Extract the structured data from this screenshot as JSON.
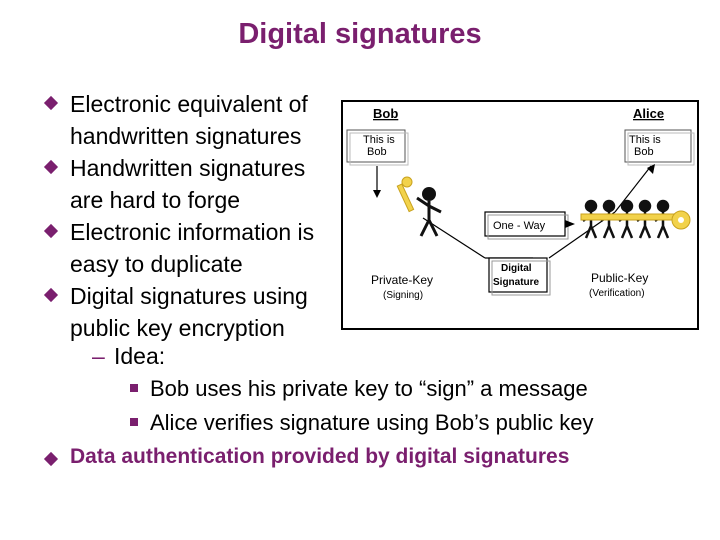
{
  "title": "Digital signatures",
  "bullets": [
    {
      "lines": [
        "Electronic equivalent of",
        "handwritten signatures"
      ]
    },
    {
      "lines": [
        "Handwritten signatures",
        "are hard to forge"
      ]
    },
    {
      "lines": [
        "Electronic information is",
        "easy to duplicate"
      ]
    },
    {
      "lines": [
        "Digital signatures using",
        "public key encryption"
      ]
    }
  ],
  "sub_bullet": "Idea:",
  "sub_sub_bullets": [
    "Bob uses his private key to “sign” a message",
    "Alice verifies signature using Bob’s public key"
  ],
  "last_bullet": "Data authentication provided by digital signatures",
  "figure": {
    "bob_label": "Bob",
    "alice_label": "Alice",
    "bob_doc": [
      "This is",
      "Bob"
    ],
    "alice_doc": [
      "This is",
      "Bob"
    ],
    "oneway": "One - Way",
    "digital_signature": [
      "Digital",
      "Signature"
    ],
    "private_key": [
      "Private-Key",
      "(Signing)"
    ],
    "public_key": [
      "Public-Key",
      "(Verification)"
    ]
  },
  "colors": {
    "accent": "#7a1f6e",
    "key": "#f2d24b"
  }
}
